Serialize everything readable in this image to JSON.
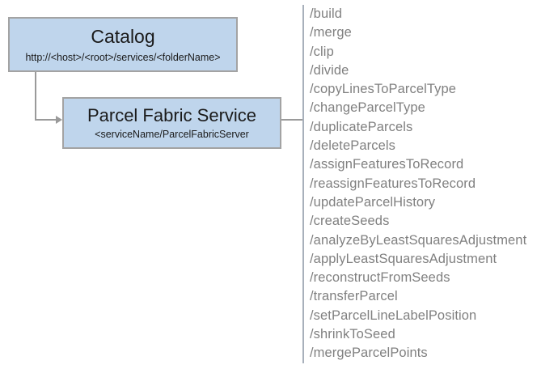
{
  "diagram": {
    "nodes": [
      {
        "id": "catalog",
        "title": "Catalog",
        "subtitle": "http://<host>/<root>/services/<folderName>"
      },
      {
        "id": "parcel-fabric-service",
        "title": "Parcel Fabric Service",
        "subtitle": "<serviceName/ParcelFabricServer"
      }
    ],
    "colors": {
      "node_fill": "#bfd5ec",
      "node_border": "#a3a3a3",
      "connector": "#9a9a9a",
      "spine": "#a8b0bb",
      "operation_text": "#808080",
      "node_text": "#1a1a1a",
      "background": "#ffffff"
    },
    "operations": [
      "/build",
      "/merge",
      "/clip",
      "/divide",
      "/copyLinesToParcelType",
      "/changeParcelType",
      "/duplicateParcels",
      "/deleteParcels",
      "/assignFeaturesToRecord",
      "/reassignFeaturesToRecord",
      "/updateParcelHistory",
      "/createSeeds",
      "/analyzeByLeastSquaresAdjustment",
      "/applyLeastSquaresAdjustment",
      "/reconstructFromSeeds",
      "/transferParcel",
      "/setParcelLineLabelPosition",
      "/shrinkToSeed",
      "/mergeParcelPoints"
    ]
  }
}
